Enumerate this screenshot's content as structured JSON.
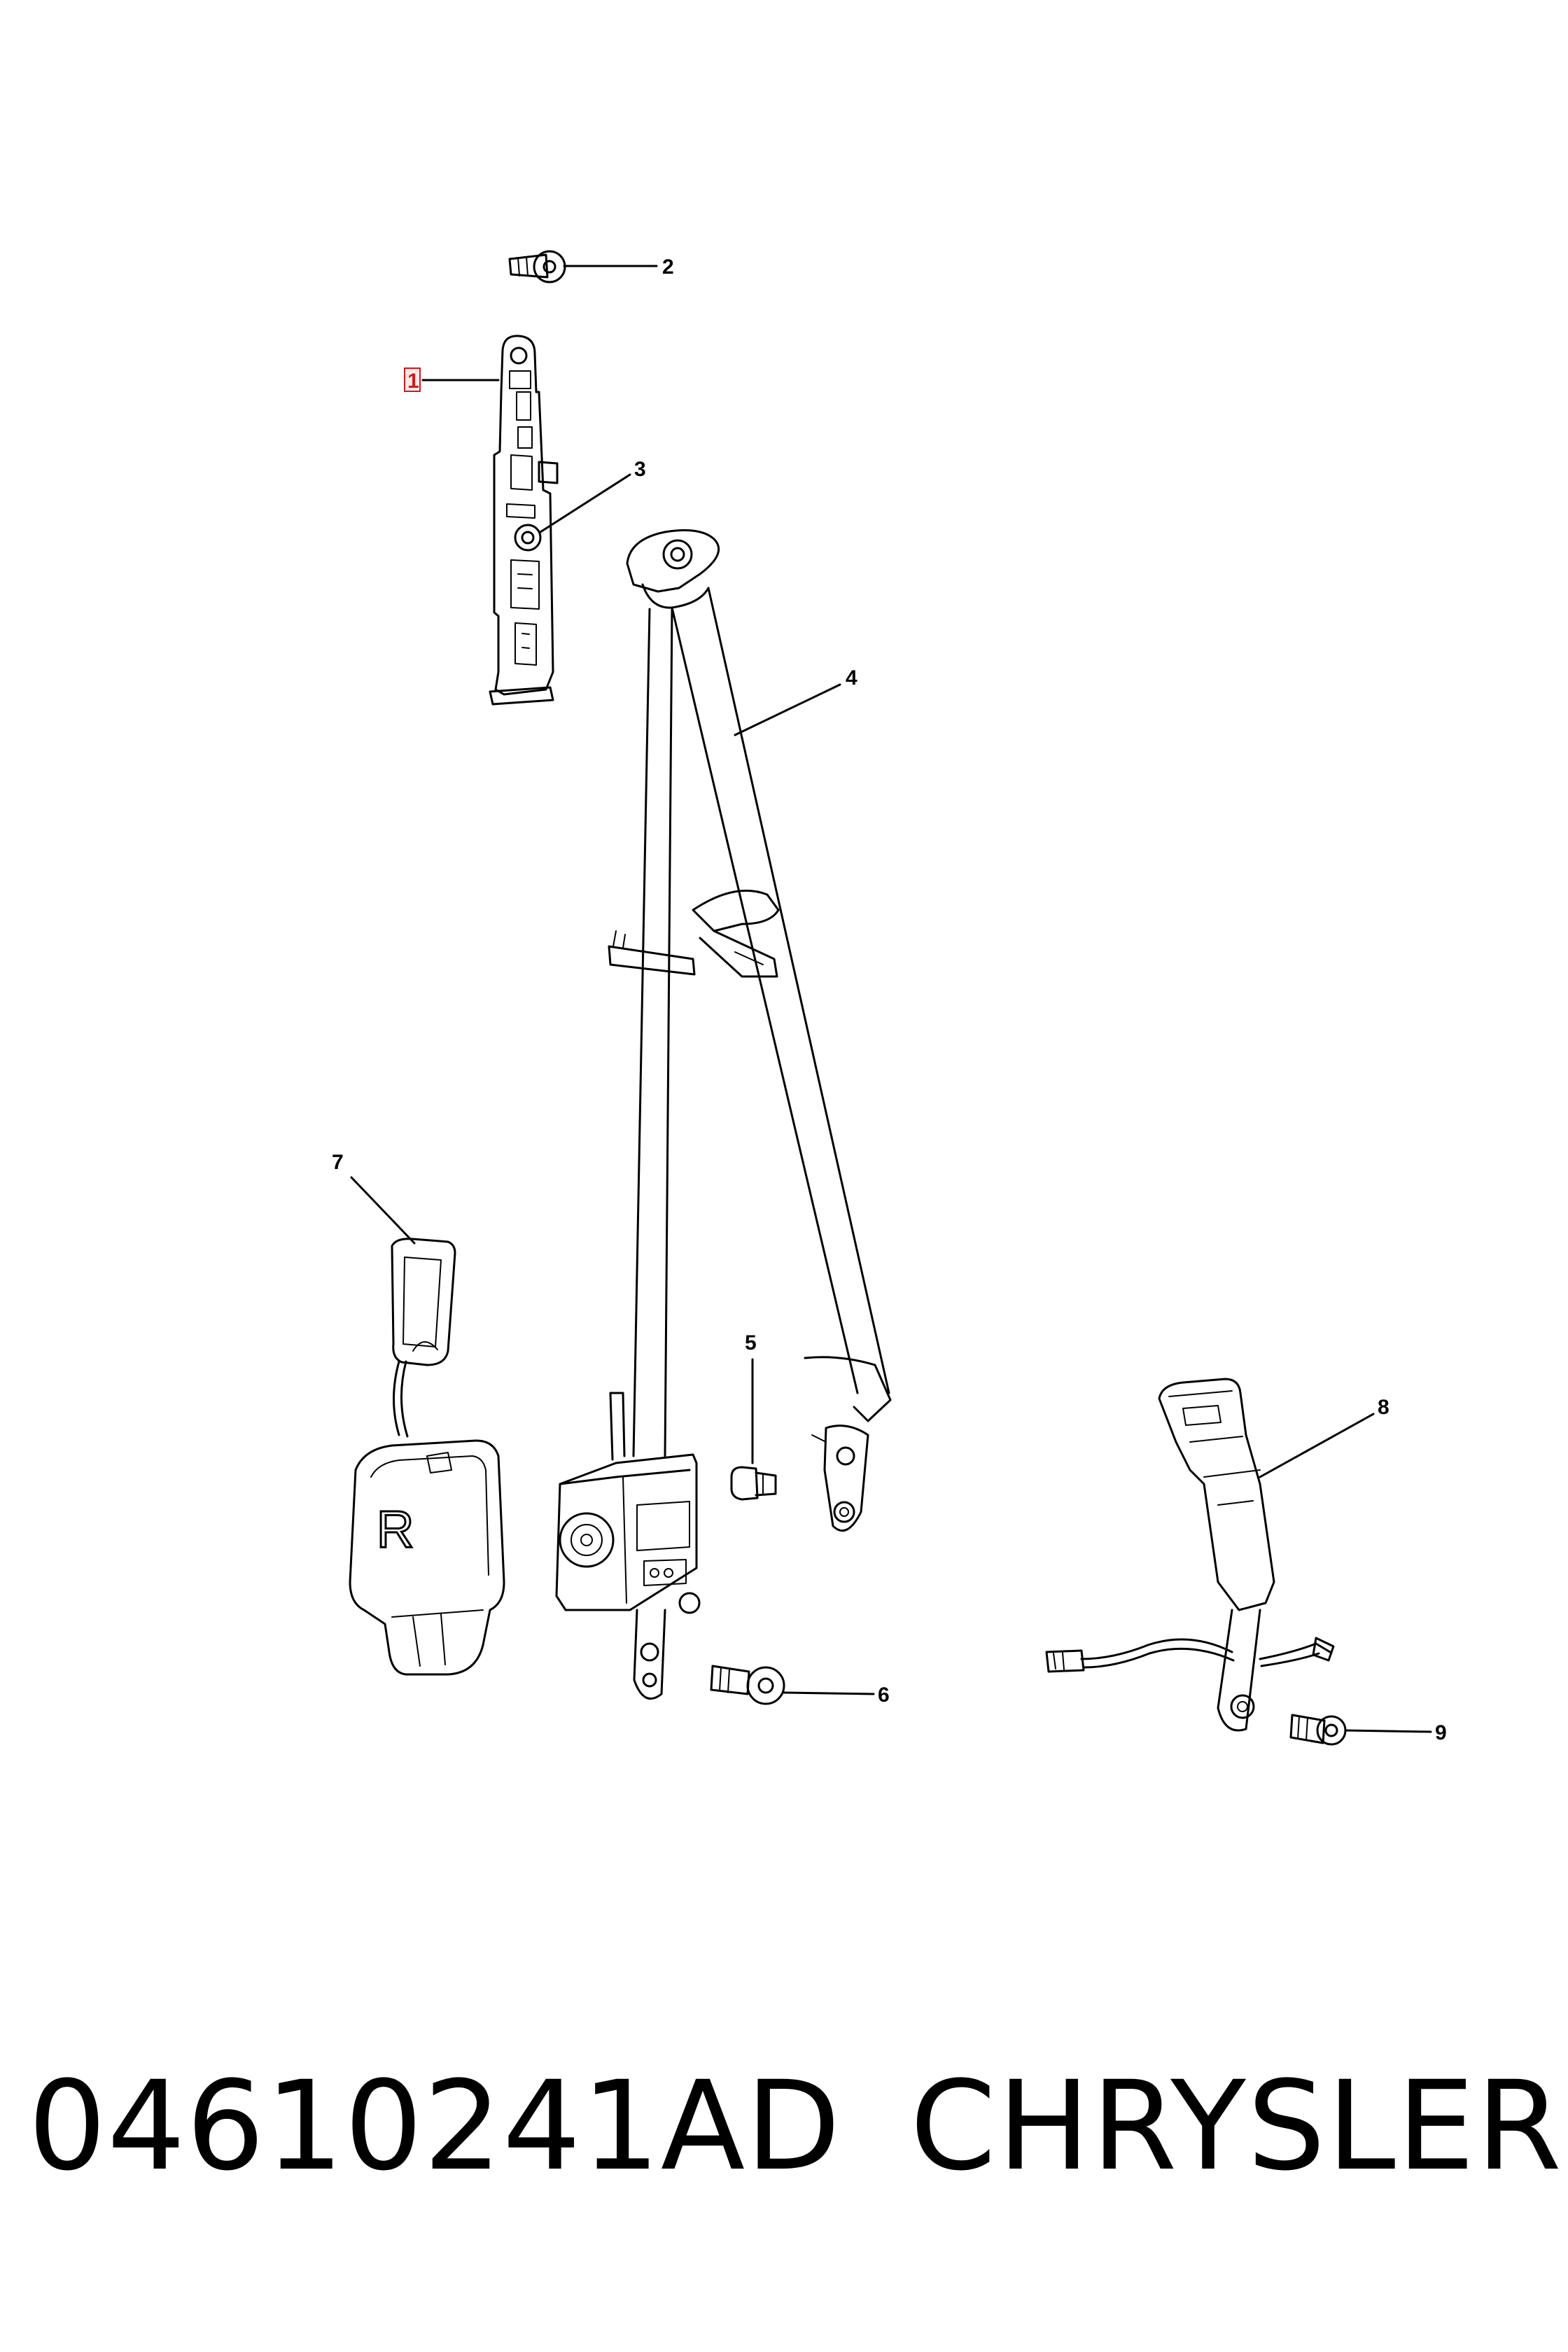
{
  "diagram": {
    "callouts": [
      "1",
      "2",
      "3",
      "4",
      "5",
      "6",
      "7",
      "8",
      "9"
    ],
    "highlighted_callout": "1",
    "highlight_color": "#c81e1e",
    "retractor_mark": "R"
  },
  "footer": {
    "part_number": "04610241AD",
    "brand": "CHRYSLER"
  }
}
